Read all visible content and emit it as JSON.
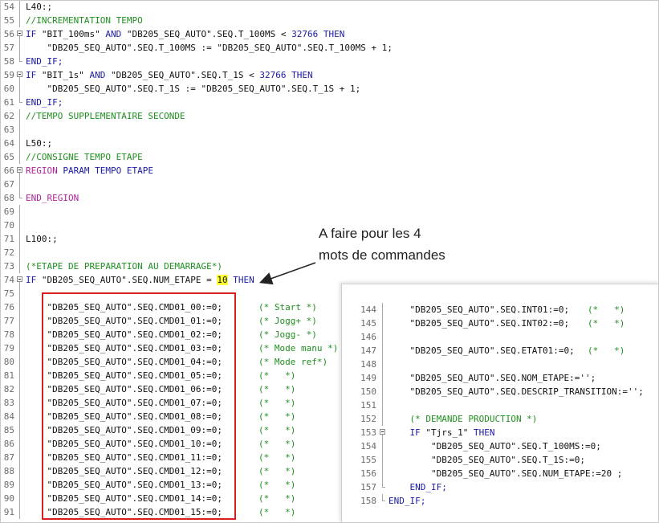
{
  "editor": {
    "lines": [
      {
        "n": "54",
        "t": "L40:;",
        "fold": "line"
      },
      {
        "n": "55",
        "t": "//INCREMENTATION TEMPO",
        "fold": "line",
        "style": "cm"
      },
      {
        "n": "56",
        "t": "IF \"BIT_100ms\" AND \"DB205_SEQ_AUTO\".SEQ.T_100MS < 32766 THEN",
        "fold": "box",
        "style": "if"
      },
      {
        "n": "57",
        "t": "    \"DB205_SEQ_AUTO\".SEQ.T_100MS := \"DB205_SEQ_AUTO\".SEQ.T_100MS + 1;",
        "fold": "line"
      },
      {
        "n": "58",
        "t": "END_IF;",
        "fold": "end",
        "style": "kwline"
      },
      {
        "n": "59",
        "t": "IF \"BIT_1s\" AND \"DB205_SEQ_AUTO\".SEQ.T_1S < 32766 THEN",
        "fold": "box",
        "style": "if"
      },
      {
        "n": "60",
        "t": "    \"DB205_SEQ_AUTO\".SEQ.T_1S := \"DB205_SEQ_AUTO\".SEQ.T_1S + 1;",
        "fold": "line"
      },
      {
        "n": "61",
        "t": "END_IF;",
        "fold": "end",
        "style": "kwline"
      },
      {
        "n": "62",
        "t": "//TEMPO SUPPLEMENTAIRE SECONDE",
        "fold": "line",
        "style": "cm"
      },
      {
        "n": "63",
        "t": "",
        "fold": "line"
      },
      {
        "n": "64",
        "t": "L50:;",
        "fold": "line"
      },
      {
        "n": "65",
        "t": "//CONSIGNE TEMPO ETAPE",
        "fold": "line",
        "style": "cm"
      },
      {
        "n": "66",
        "t": "REGION PARAM TEMPO ETAPE",
        "fold": "box",
        "style": "region"
      },
      {
        "n": "67",
        "t": "",
        "fold": "line"
      },
      {
        "n": "68",
        "t": "END_REGION",
        "fold": "end",
        "style": "rgline"
      },
      {
        "n": "69",
        "t": "",
        "fold": "line"
      },
      {
        "n": "70",
        "t": "",
        "fold": "line"
      },
      {
        "n": "71",
        "t": "L100:;",
        "fold": "line"
      },
      {
        "n": "72",
        "t": "",
        "fold": "line"
      },
      {
        "n": "73",
        "t": "(*ETAPE DE PREPARATION AU DEMARRAGE*)",
        "fold": "line",
        "style": "cm"
      },
      {
        "n": "74",
        "t": "IF \"DB205_SEQ_AUTO\".SEQ.NUM_ETAPE = 10 THEN",
        "fold": "box",
        "style": "if10"
      },
      {
        "n": "75",
        "t": "",
        "fold": "line"
      },
      {
        "n": "76",
        "t": "    \"DB205_SEQ_AUTO\".SEQ.CMD01_00:=0;",
        "c": "(* Start *)",
        "fold": "line"
      },
      {
        "n": "77",
        "t": "    \"DB205_SEQ_AUTO\".SEQ.CMD01_01:=0;",
        "c": "(* Jogg+ *)",
        "fold": "line"
      },
      {
        "n": "78",
        "t": "    \"DB205_SEQ_AUTO\".SEQ.CMD01_02:=0;",
        "c": "(* Jogg- *)",
        "fold": "line"
      },
      {
        "n": "79",
        "t": "    \"DB205_SEQ_AUTO\".SEQ.CMD01_03:=0;",
        "c": "(* Mode manu *)",
        "fold": "line"
      },
      {
        "n": "80",
        "t": "    \"DB205_SEQ_AUTO\".SEQ.CMD01_04:=0;",
        "c": "(* Mode ref*)",
        "fold": "line"
      },
      {
        "n": "81",
        "t": "    \"DB205_SEQ_AUTO\".SEQ.CMD01_05:=0;",
        "c": "(*   *)",
        "fold": "line"
      },
      {
        "n": "82",
        "t": "    \"DB205_SEQ_AUTO\".SEQ.CMD01_06:=0;",
        "c": "(*   *)",
        "fold": "line"
      },
      {
        "n": "83",
        "t": "    \"DB205_SEQ_AUTO\".SEQ.CMD01_07:=0;",
        "c": "(*   *)",
        "fold": "line"
      },
      {
        "n": "84",
        "t": "    \"DB205_SEQ_AUTO\".SEQ.CMD01_08:=0;",
        "c": "(*   *)",
        "fold": "line"
      },
      {
        "n": "85",
        "t": "    \"DB205_SEQ_AUTO\".SEQ.CMD01_09:=0;",
        "c": "(*   *)",
        "fold": "line"
      },
      {
        "n": "86",
        "t": "    \"DB205_SEQ_AUTO\".SEQ.CMD01_10:=0;",
        "c": "(*   *)",
        "fold": "line"
      },
      {
        "n": "87",
        "t": "    \"DB205_SEQ_AUTO\".SEQ.CMD01_11:=0;",
        "c": "(*   *)",
        "fold": "line"
      },
      {
        "n": "88",
        "t": "    \"DB205_SEQ_AUTO\".SEQ.CMD01_12:=0;",
        "c": "(*   *)",
        "fold": "line"
      },
      {
        "n": "89",
        "t": "    \"DB205_SEQ_AUTO\".SEQ.CMD01_13:=0;",
        "c": "(*   *)",
        "fold": "line"
      },
      {
        "n": "90",
        "t": "    \"DB205_SEQ_AUTO\".SEQ.CMD01_14:=0;",
        "c": "(*   *)",
        "fold": "line"
      },
      {
        "n": "91",
        "t": "    \"DB205_SEQ_AUTO\".SEQ.CMD01_15:=0;",
        "c": "(*   *)",
        "fold": "line"
      }
    ]
  },
  "second_view": {
    "lines": [
      {
        "n": "144",
        "t": "    \"DB205_SEQ_AUTO\".SEQ.INT01:=0;",
        "c": "(*   *)",
        "fold": "line"
      },
      {
        "n": "145",
        "t": "    \"DB205_SEQ_AUTO\".SEQ.INT02:=0;",
        "c": "(*   *)",
        "fold": "line"
      },
      {
        "n": "146",
        "t": "",
        "fold": "line"
      },
      {
        "n": "147",
        "t": "    \"DB205_SEQ_AUTO\".SEQ.ETAT01:=0;",
        "c": "(*   *)",
        "fold": "line"
      },
      {
        "n": "148",
        "t": "",
        "fold": "line"
      },
      {
        "n": "149",
        "t": "    \"DB205_SEQ_AUTO\".SEQ.NOM_ETAPE:='';",
        "fold": "line"
      },
      {
        "n": "150",
        "t": "    \"DB205_SEQ_AUTO\".SEQ.DESCRIP_TRANSITION:='';",
        "fold": "line"
      },
      {
        "n": "151",
        "t": "",
        "fold": "line"
      },
      {
        "n": "152",
        "t": "    (* DEMANDE PRODUCTION *)",
        "fold": "line",
        "style": "cm"
      },
      {
        "n": "153",
        "t": "    IF \"Tjrs_1\" THEN",
        "fold": "box",
        "style": "if"
      },
      {
        "n": "154",
        "t": "        \"DB205_SEQ_AUTO\".SEQ.T_100MS:=0;",
        "fold": "line"
      },
      {
        "n": "155",
        "t": "        \"DB205_SEQ_AUTO\".SEQ.T_1S:=0;",
        "fold": "line"
      },
      {
        "n": "156",
        "t": "        \"DB205_SEQ_AUTO\".SEQ.NUM_ETAPE:=20 ;",
        "fold": "line"
      },
      {
        "n": "157",
        "t": "    END_IF;",
        "fold": "end",
        "style": "kwline"
      },
      {
        "n": "158",
        "t": "END_IF;",
        "fold": "end",
        "style": "kwline"
      }
    ]
  },
  "annotation": {
    "line1": "A faire pour les 4",
    "line2": "mots de commandes"
  },
  "colors": {
    "keyword": "#1a1aa6",
    "comment": "#1f8f1f",
    "region": "#b0229a",
    "highlight": "#ffff33",
    "red_box": "#d81e1e"
  }
}
